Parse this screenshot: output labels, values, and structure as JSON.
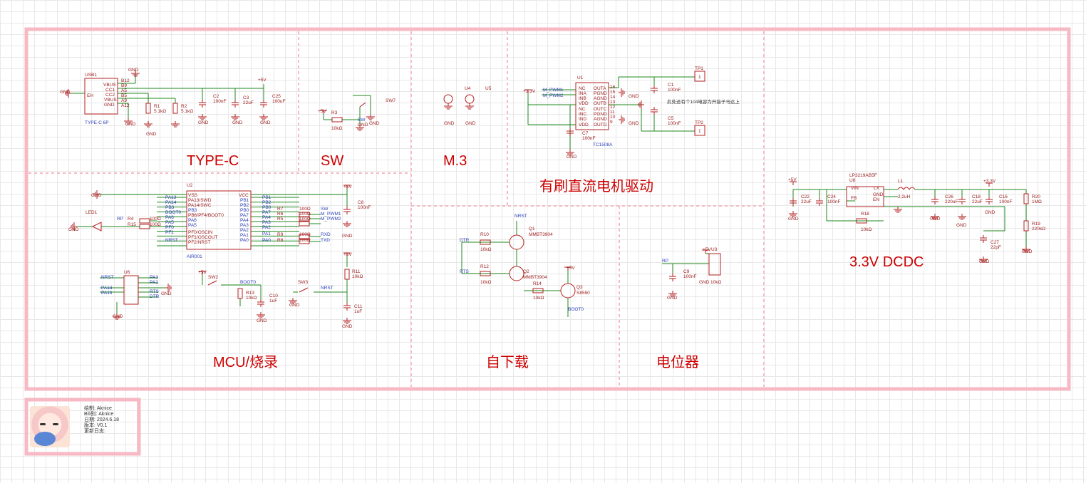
{
  "sections": {
    "typec": "TYPE-C",
    "sw": "SW",
    "m3": "M.3",
    "motor": "有刷直流电机驱动",
    "mcu": "MCU/烧录",
    "autodl": "自下载",
    "pot": "电位器",
    "dcdc": "3.3V DCDC"
  },
  "title_block": {
    "draw": "绘制:    Aknice",
    "bili": "Bili别:    Aknice",
    "date": "日期:  2024.6.18",
    "ver": "版本:  V0.1",
    "log": "更新日志:"
  },
  "note": "此处还有个104电容为开接子马达上",
  "labels": [
    {
      "t": "GND"
    },
    {
      "t": "B12"
    },
    {
      "t": "VBUS"
    },
    {
      "t": "B9"
    },
    {
      "t": "CC1"
    },
    {
      "t": "A5"
    },
    {
      "t": "CC2"
    },
    {
      "t": "B5"
    },
    {
      "t": "VBUS"
    },
    {
      "t": "A9"
    },
    {
      "t": "GND"
    },
    {
      "t": "A12"
    },
    {
      "t": "USB1"
    },
    {
      "t": "EH"
    },
    {
      "t": "GND"
    },
    {
      "t": "TYPE-C 6P"
    },
    {
      "t": "GND"
    },
    {
      "t": "R1"
    },
    {
      "t": "5.1kΩ"
    },
    {
      "t": "GND"
    },
    {
      "t": "R2"
    },
    {
      "t": "5.1kΩ"
    },
    {
      "t": "GND"
    },
    {
      "t": "C2"
    },
    {
      "t": "100nF"
    },
    {
      "t": "GND"
    },
    {
      "t": "C3"
    },
    {
      "t": "22uF"
    },
    {
      "t": "+5V"
    },
    {
      "t": "C25"
    },
    {
      "t": "100uF"
    },
    {
      "t": "GND"
    },
    {
      "t": "+5V"
    },
    {
      "t": "R3"
    },
    {
      "t": "10kΩ"
    },
    {
      "t": "SW"
    },
    {
      "t": "SW7"
    },
    {
      "t": "GND"
    },
    {
      "t": "GND"
    },
    {
      "t": "U4"
    },
    {
      "t": "U5"
    },
    {
      "t": "GND"
    },
    {
      "t": "GND"
    },
    {
      "t": "U1"
    },
    {
      "t": "+3.3V"
    },
    {
      "t": "M_PWM1"
    },
    {
      "t": "M_PWM2"
    },
    {
      "t": "NC"
    },
    {
      "t": "INA"
    },
    {
      "t": "INB"
    },
    {
      "t": "VDD"
    },
    {
      "t": "NC"
    },
    {
      "t": "INC"
    },
    {
      "t": "IND"
    },
    {
      "t": "VDD"
    },
    {
      "t": "OUTA"
    },
    {
      "t": "PGND"
    },
    {
      "t": "AGND"
    },
    {
      "t": "OUTB"
    },
    {
      "t": "OUTC"
    },
    {
      "t": "PGND"
    },
    {
      "t": "AGND"
    },
    {
      "t": "OUTD"
    },
    {
      "t": "16"
    },
    {
      "t": "15"
    },
    {
      "t": "14"
    },
    {
      "t": "13"
    },
    {
      "t": "12"
    },
    {
      "t": "11"
    },
    {
      "t": "10"
    },
    {
      "t": "9"
    },
    {
      "t": "C7"
    },
    {
      "t": "100nF"
    },
    {
      "t": "TC1508A"
    },
    {
      "t": "GND"
    },
    {
      "t": "GND"
    },
    {
      "t": "GND"
    },
    {
      "t": "C1"
    },
    {
      "t": "100nF"
    },
    {
      "t": "C5"
    },
    {
      "t": "100nF"
    },
    {
      "t": "TP1"
    },
    {
      "t": "TP2"
    },
    {
      "t": "1"
    },
    {
      "t": "1"
    },
    {
      "t": "GND"
    },
    {
      "t": "U2"
    },
    {
      "t": "VSS"
    },
    {
      "t": "PA13/SWD"
    },
    {
      "t": "PA14/SWC"
    },
    {
      "t": "PB3"
    },
    {
      "t": "PB6/PF4/BOOT0"
    },
    {
      "t": "PA6"
    },
    {
      "t": "PA5"
    },
    {
      "t": "PF0/OSCIN"
    },
    {
      "t": "PF1/OSCOUT"
    },
    {
      "t": "PF2/NRST"
    },
    {
      "t": "VCC"
    },
    {
      "t": "PB1"
    },
    {
      "t": "PB2"
    },
    {
      "t": "PB0"
    },
    {
      "t": "PA7"
    },
    {
      "t": "PA4"
    },
    {
      "t": "PA3"
    },
    {
      "t": "PA2"
    },
    {
      "t": "PA1"
    },
    {
      "t": "PA0"
    },
    {
      "t": "AIR001"
    },
    {
      "t": "PA13"
    },
    {
      "t": "PA14"
    },
    {
      "t": "PB3"
    },
    {
      "t": "BOOT0"
    },
    {
      "t": "PA6"
    },
    {
      "t": "PA5"
    },
    {
      "t": "PF0"
    },
    {
      "t": "PF1"
    },
    {
      "t": "NRST"
    },
    {
      "t": "PB1"
    },
    {
      "t": "PB2"
    },
    {
      "t": "PB0"
    },
    {
      "t": "PA7"
    },
    {
      "t": "PA4"
    },
    {
      "t": "PA3"
    },
    {
      "t": "PA2"
    },
    {
      "t": "PA1"
    },
    {
      "t": "PA0"
    },
    {
      "t": "R7"
    },
    {
      "t": "R6"
    },
    {
      "t": "R5"
    },
    {
      "t": "100Ω"
    },
    {
      "t": "100Ω"
    },
    {
      "t": "100Ω"
    },
    {
      "t": "SW"
    },
    {
      "t": "M_PWM1"
    },
    {
      "t": "M_PWM2"
    },
    {
      "t": "R9"
    },
    {
      "t": "R8"
    },
    {
      "t": "100Ω"
    },
    {
      "t": "100Ω"
    },
    {
      "t": "RXD"
    },
    {
      "t": "TXD"
    },
    {
      "t": "+5V"
    },
    {
      "t": "C8"
    },
    {
      "t": "100nF"
    },
    {
      "t": "GND"
    },
    {
      "t": "LED1"
    },
    {
      "t": "GND"
    },
    {
      "t": "RP"
    },
    {
      "t": "R4"
    },
    {
      "t": "100Ω"
    },
    {
      "t": "R15"
    },
    {
      "t": "100Ω"
    },
    {
      "t": "U6"
    },
    {
      "t": "NRST"
    },
    {
      "t": "PA14"
    },
    {
      "t": "PA13"
    },
    {
      "t": "PA3"
    },
    {
      "t": "PA2"
    },
    {
      "t": "RTS"
    },
    {
      "t": "DTR"
    },
    {
      "t": "GND"
    },
    {
      "t": "GND"
    },
    {
      "t": "+5V"
    },
    {
      "t": "SW2"
    },
    {
      "t": "BOOT0"
    },
    {
      "t": "R13"
    },
    {
      "t": "10kΩ"
    },
    {
      "t": "C10"
    },
    {
      "t": "1uF"
    },
    {
      "t": "GND"
    },
    {
      "t": "SW3"
    },
    {
      "t": "NRST"
    },
    {
      "t": "GND"
    },
    {
      "t": "+5V"
    },
    {
      "t": "R11"
    },
    {
      "t": "10kΩ"
    },
    {
      "t": "C11"
    },
    {
      "t": "1uF"
    },
    {
      "t": "GND"
    },
    {
      "t": "NRST"
    },
    {
      "t": "Q1"
    },
    {
      "t": "MMBT3904"
    },
    {
      "t": "DTR"
    },
    {
      "t": "R10"
    },
    {
      "t": "10kΩ"
    },
    {
      "t": "RTS"
    },
    {
      "t": "R12"
    },
    {
      "t": "10kΩ"
    },
    {
      "t": "Q2"
    },
    {
      "t": "MMBT3904"
    },
    {
      "t": "R14"
    },
    {
      "t": "10kΩ"
    },
    {
      "t": "+5V"
    },
    {
      "t": "Q3"
    },
    {
      "t": "S8550"
    },
    {
      "t": "BOOT0"
    },
    {
      "t": "RP"
    },
    {
      "t": "+5V"
    },
    {
      "t": "U3"
    },
    {
      "t": "C9"
    },
    {
      "t": "100nF"
    },
    {
      "t": "GND"
    },
    {
      "t": "GND"
    },
    {
      "t": "10kΩ"
    },
    {
      "t": "LP3219AB5F"
    },
    {
      "t": "U8"
    },
    {
      "t": "+5V"
    },
    {
      "t": "VIN"
    },
    {
      "t": "LX"
    },
    {
      "t": "GND"
    },
    {
      "t": "FB"
    },
    {
      "t": "EN"
    },
    {
      "t": "L1"
    },
    {
      "t": "2.2uH"
    },
    {
      "t": "C22"
    },
    {
      "t": "22uF"
    },
    {
      "t": "C24"
    },
    {
      "t": "100nF"
    },
    {
      "t": "GND"
    },
    {
      "t": "R18"
    },
    {
      "t": "10kΩ"
    },
    {
      "t": "GND"
    },
    {
      "t": "C26"
    },
    {
      "t": "220uF"
    },
    {
      "t": "GND"
    },
    {
      "t": "+3.3V"
    },
    {
      "t": "C18"
    },
    {
      "t": "22uF"
    },
    {
      "t": "C16"
    },
    {
      "t": "100nF"
    },
    {
      "t": "GND"
    },
    {
      "t": "R20"
    },
    {
      "t": "1MΩ"
    },
    {
      "t": "R19"
    },
    {
      "t": "220kΩ"
    },
    {
      "t": "GND"
    },
    {
      "t": "C27"
    },
    {
      "t": "22pF"
    },
    {
      "t": "GND"
    }
  ]
}
